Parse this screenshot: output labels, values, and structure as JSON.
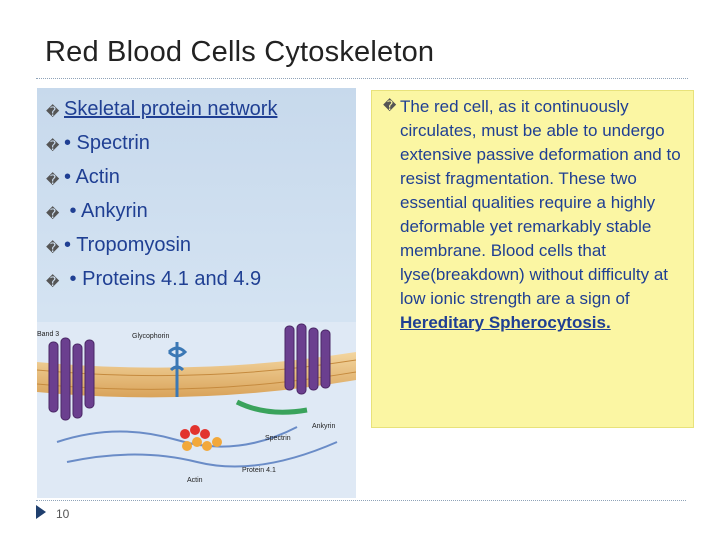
{
  "slide": {
    "title": "Red Blood Cells Cytoskeleton",
    "page_number": "10"
  },
  "left_list": {
    "bullet_glyph": "�",
    "items": [
      {
        "label": "Skeletal protein network"
      },
      {
        "label": "• Spectrin"
      },
      {
        "label": "• Actin"
      },
      {
        "label": " • Ankyrin"
      },
      {
        "label": "• Tropomyosin"
      },
      {
        "label": " • Proteins 4.1 and 4.9"
      }
    ]
  },
  "figure": {
    "labels": {
      "glycophorin": "Glycophorin",
      "band3": "Band 3",
      "spectrin": "Spectrin",
      "ankyrin": "Ankyrin",
      "protein41": "Protein 4.1",
      "actin": "Actin"
    }
  },
  "note_box": {
    "bullet_glyph": "�",
    "text": "The red cell, as it continuously circulates, must be able to undergo extensive passive deformation and to resist fragmentation. These two essential qualities require a highly deformable yet remarkably stable membrane. Blood cells that lyse(breakdown) without difficulty  at low ionic strength are a sign of ",
    "emphasis": "Hereditary Spherocytosis."
  },
  "colors": {
    "text_blue": "#1f3f93",
    "note_fill": "#fbf6a3",
    "panel_fill": "#cfdff0"
  }
}
